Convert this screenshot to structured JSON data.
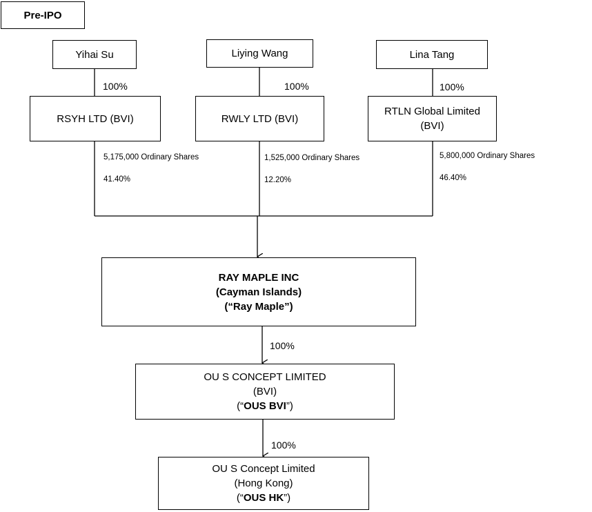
{
  "title": "Pre-IPO",
  "individuals": [
    {
      "name": "Yihai Su",
      "pct": "100%"
    },
    {
      "name": "Liying Wang",
      "pct": "100%"
    },
    {
      "name": "Lina Tang",
      "pct": "100%"
    }
  ],
  "holding_cos": [
    {
      "line1": "RSYH LTD (BVI)",
      "line2": "",
      "shares": "5,175,000 Ordinary Shares",
      "share_pct": "41.40%"
    },
    {
      "line1": "RWLY LTD (BVI)",
      "line2": "",
      "shares": "1,525,000 Ordinary Shares",
      "share_pct": "12.20%"
    },
    {
      "line1": "RTLN Global Limited",
      "line2": "(BVI)",
      "shares": "5,800,000 Ordinary Shares",
      "share_pct": "46.40%"
    }
  ],
  "ray_maple": {
    "line1": "RAY MAPLE INC",
    "line2": "(Cayman Islands)",
    "line3": "(“Ray Maple”)"
  },
  "ray_to_ous_pct": "100%",
  "ous_bvi": {
    "line1": "OU S CONCEPT LIMITED",
    "line2": "(BVI)",
    "line3_prefix": "(“",
    "line3_bold": "OUS BVI",
    "line3_suffix": "”)"
  },
  "bvi_to_hk_pct": "100%",
  "ous_hk": {
    "line1": "OU S Concept Limited",
    "line2": "(Hong Kong)",
    "line3_prefix": "(“",
    "line3_bold": "OUS HK",
    "line3_suffix": "”)"
  }
}
